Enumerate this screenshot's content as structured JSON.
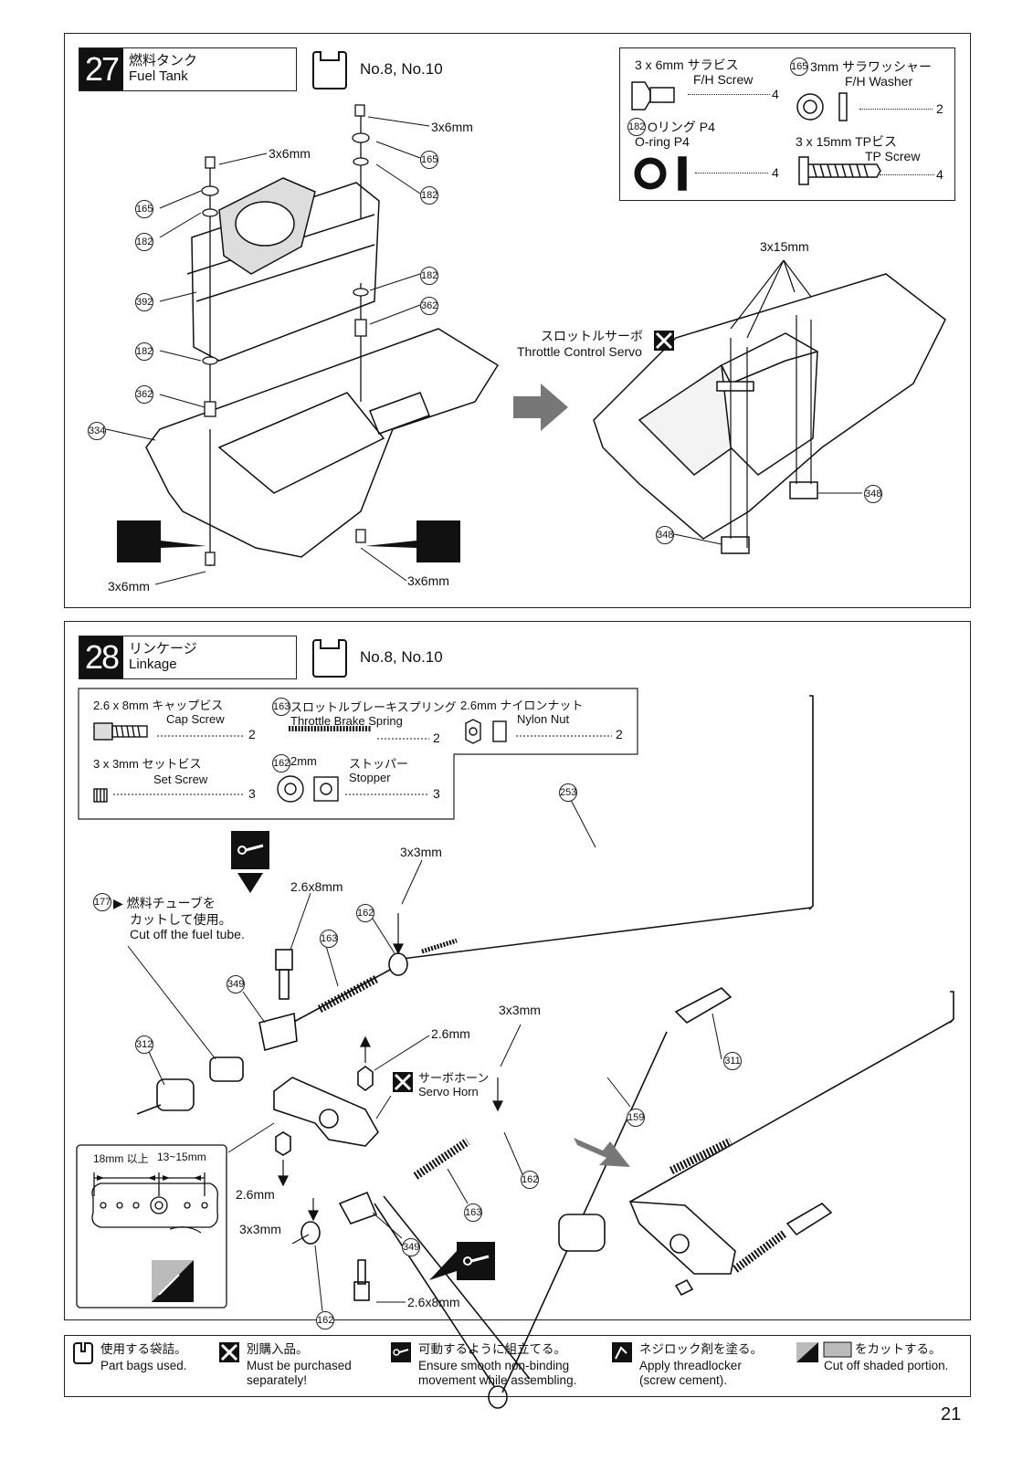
{
  "step27": {
    "number": "27",
    "title_jp": "燃料タンク",
    "title_en": "Fuel Tank",
    "bags": "No.8, No.10",
    "legend": {
      "screw_jp": "3 x 6mm サラビス",
      "screw_en": "F/H Screw",
      "screw_qty": "4",
      "washer_id": "165",
      "washer_jp": "3mm サラワッシャー",
      "washer_en": "F/H Washer",
      "washer_qty": "2",
      "oring_id": "182",
      "oring_jp": "Oリング P4",
      "oring_en": "O-ring P4",
      "oring_qty": "4",
      "tp_jp": "3 x 15mm TPビス",
      "tp_en": "TP Screw",
      "tp_qty": "4"
    },
    "labels": {
      "screw_3x6": "3x6mm",
      "screw_3x15": "3x15mm",
      "servo_jp": "スロットルサーボ",
      "servo_en": "Throttle Control Servo",
      "p165": "165",
      "p182": "182",
      "p392": "392",
      "p362": "362",
      "p334": "334",
      "p348": "348"
    }
  },
  "step28": {
    "number": "28",
    "title_jp": "リンケージ",
    "title_en": "Linkage",
    "bags": "No.8, No.10",
    "legend": {
      "cap_jp": "2.6 x 8mm キャップビス",
      "cap_en": "Cap Screw",
      "cap_qty": "2",
      "spring_id": "163",
      "spring_jp": "スロットルブレーキスプリング",
      "spring_en": "Throttle Brake Spring",
      "spring_qty": "2",
      "nut_jp": "2.6mm ナイロンナット",
      "nut_en": "Nylon Nut",
      "nut_qty": "2",
      "set_jp": "3 x 3mm セットビス",
      "set_en": "Set Screw",
      "set_qty": "3",
      "stopper_id": "162",
      "stopper_size": "2mm",
      "stopper_jp": "ストッパー",
      "stopper_en": "Stopper",
      "stopper_qty": "3"
    },
    "labels": {
      "cap_2_6x8": "2.6x8mm",
      "set_3x3": "3x3mm",
      "nut_2_6": "2.6mm",
      "tube_id": "177",
      "tube_jp1": "▶ 燃料チューブを",
      "tube_jp2": "カットして使用。",
      "tube_en": "Cut off the fuel tube.",
      "horn_jp": "サーボホーン",
      "horn_en": "Servo Horn",
      "horn_dim1": "18mm 以上",
      "horn_dim2": "13~15mm",
      "p253": "253",
      "p162": "162",
      "p163": "163",
      "p349": "349",
      "p312": "312",
      "p311": "311",
      "p159": "159"
    }
  },
  "footer": {
    "bags_jp": "使用する袋詰。",
    "bags_en": "Part bags used.",
    "purchase_jp": "別購入品。",
    "purchase_en1": "Must be purchased",
    "purchase_en2": "separately!",
    "smooth_jp": "可動するように組立てる。",
    "smooth_en1": "Ensure smooth non-binding",
    "smooth_en2": "movement while assembling.",
    "lock_jp": "ネジロック剤を塗る。",
    "lock_en1": "Apply threadlocker",
    "lock_en2": "(screw cement).",
    "cut_jp": "をカットする。",
    "cut_en": "Cut off shaded portion."
  },
  "page_number": "21"
}
